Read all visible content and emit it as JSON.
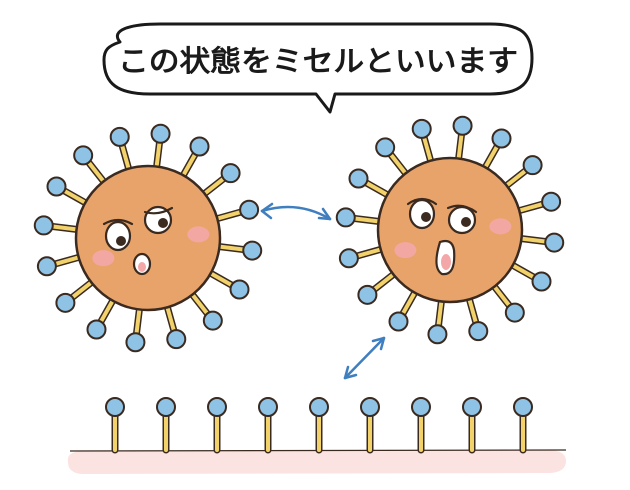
{
  "speech_bubble": {
    "text": "この状態をミセルといいます"
  },
  "colors": {
    "body": "#e8a36a",
    "body_outline": "#3a2a20",
    "head": "#8fc3e6",
    "tail": "#f2d26a",
    "cheek": "#f4a7a8",
    "arrow": "#3f7fbf",
    "floor": "#fbe3e2"
  },
  "illustration": {
    "micelles": [
      {
        "name": "micelle-left",
        "expression": "dizzy"
      },
      {
        "name": "micelle-right",
        "expression": "surprised"
      }
    ],
    "arrows": [
      {
        "name": "exchange-arrow",
        "meaning": "micelle-to-micelle"
      },
      {
        "name": "adsorption-arrow",
        "meaning": "micelle-to-surface"
      }
    ],
    "surface": {
      "molecule_count": 9
    }
  }
}
